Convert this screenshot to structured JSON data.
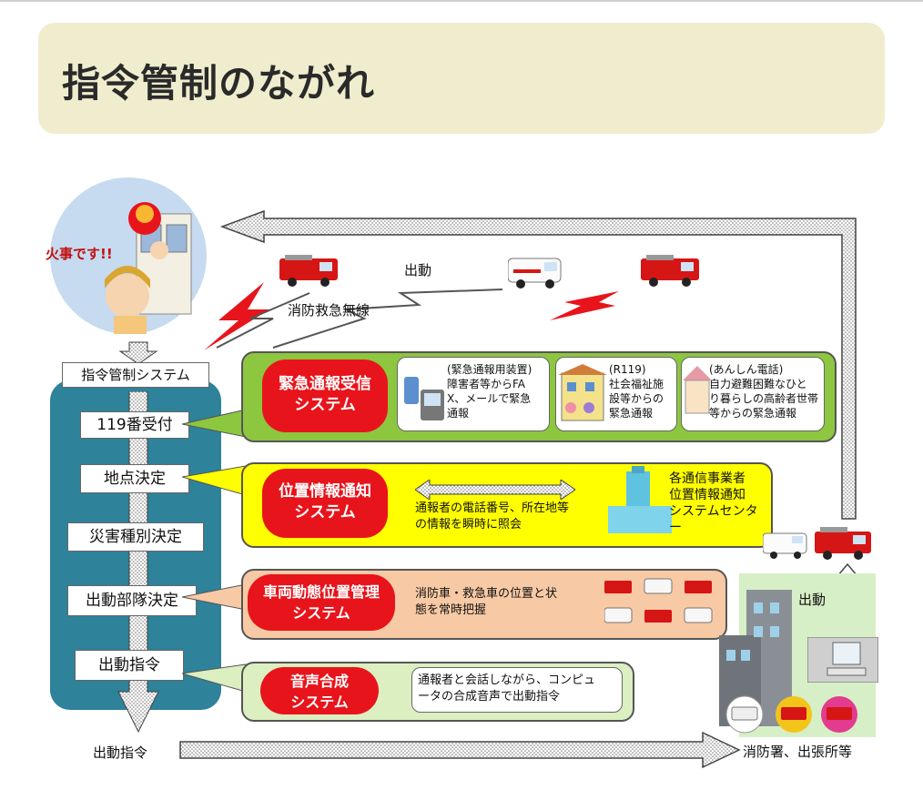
{
  "title": "指令管制のながれ",
  "caller": {
    "speech": "火事です!!"
  },
  "radio": {
    "dispatch_top": "出動",
    "radio_label": "消防救急無線"
  },
  "command_system": {
    "title": "指令管制システム",
    "steps": [
      "119番受付",
      "地点決定",
      "災害種別決定",
      "出動部隊決定",
      "出動指令"
    ],
    "bottom_label": "出動指令"
  },
  "panels": [
    {
      "name": "緊急通報受信\nシステム",
      "cards": [
        {
          "text": "(緊急通報用装置)\n障害者等からFA\nX、メールで緊急\n通報"
        },
        {
          "text": "(R119)\n社会福祉施\n設等からの\n緊急通報"
        },
        {
          "text": "(あんしん電話)\n自力避難困難なひと\nり暮らしの高齢者世帯\n等からの緊急通報"
        }
      ]
    },
    {
      "name": "位置情報通知\nシステム",
      "desc": "通報者の電話番号、所在地等\nの情報を瞬時に照会",
      "center": "各通信事業者\n位置情報通知\nシステムセンタ\nー"
    },
    {
      "name": "車両動態位置管理\nシステム",
      "desc": "消防車・救急車の位置と状\n態を常時把握"
    },
    {
      "name": "音声合成\nシステム",
      "desc": "通報者と会話しながら、コンピュ\nータの合成音声で出動指令"
    }
  ],
  "station": {
    "dispatch_label": "出動",
    "name": "消防署、出張所等"
  },
  "colors": {
    "title_band": "#efedcd",
    "system_panel": "#2e8299",
    "pill_red": "#e8141b",
    "panel_green": "#8dc63f",
    "panel_yellow": "#ffff00",
    "panel_peach": "#f7c9a4",
    "panel_lightgreen": "#dcefc0"
  }
}
